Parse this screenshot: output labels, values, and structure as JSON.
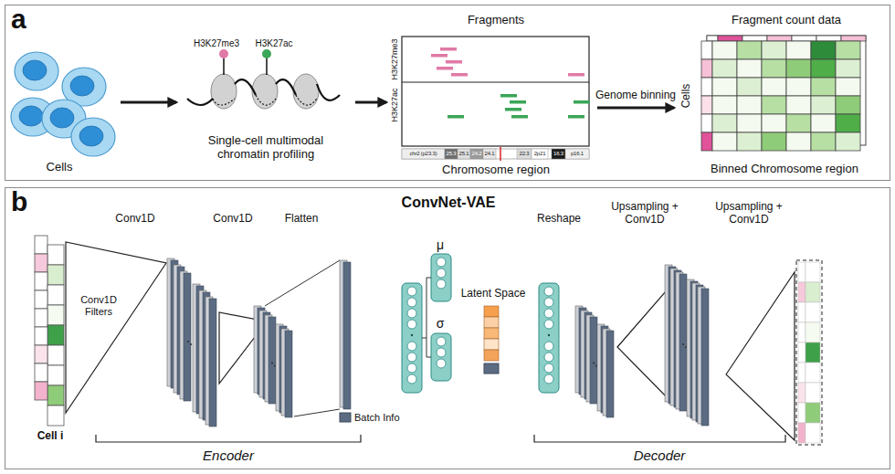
{
  "diagram": {
    "nodes": [
      {
        "text": [
          "a"
        ]
      },
      {
        "text": [
          "Cells"
        ],
        "in": 0
      },
      {
        "text": [
          "Single-cell multimodal chromatin profiling"
        ],
        "in": 0
      },
      {
        "text": [
          "Fragments",
          "Chromosome region"
        ],
        "in": 0
      },
      {
        "text": [
          "Fragment count data",
          "Binned Chromosome region"
        ],
        "in": 0
      },
      {
        "text": [
          "b",
          "ConvNet-VAE"
        ]
      }
    ],
    "edges": [
      {
        "from": 1,
        "to": 2,
        "arrow": "to"
      },
      {
        "from": 2,
        "to": 3,
        "arrow": "to"
      },
      {
        "from": 3,
        "to": 4,
        "label": "Genome binning",
        "arrow": "to"
      }
    ],
    "labels": [
      "H3K27me3",
      "H3K27ac",
      "H3K27me3",
      "H3K27ac",
      "chr2 (p23.3)",
      "25.3",
      "25.1",
      "24.2",
      "24.1",
      "22.3",
      "2p21",
      "16.3",
      "p16.1",
      "Cells",
      "Conv1D Filters",
      "Conv1D",
      "Conv1D",
      "Flatten",
      "Cell i",
      "Batch Info",
      "μ",
      "σ",
      "Latent Space",
      "Reshape",
      "Upsampling + Conv1D",
      "Upsampling + Conv1D",
      "Encoder",
      "Decoder"
    ]
  }
}
